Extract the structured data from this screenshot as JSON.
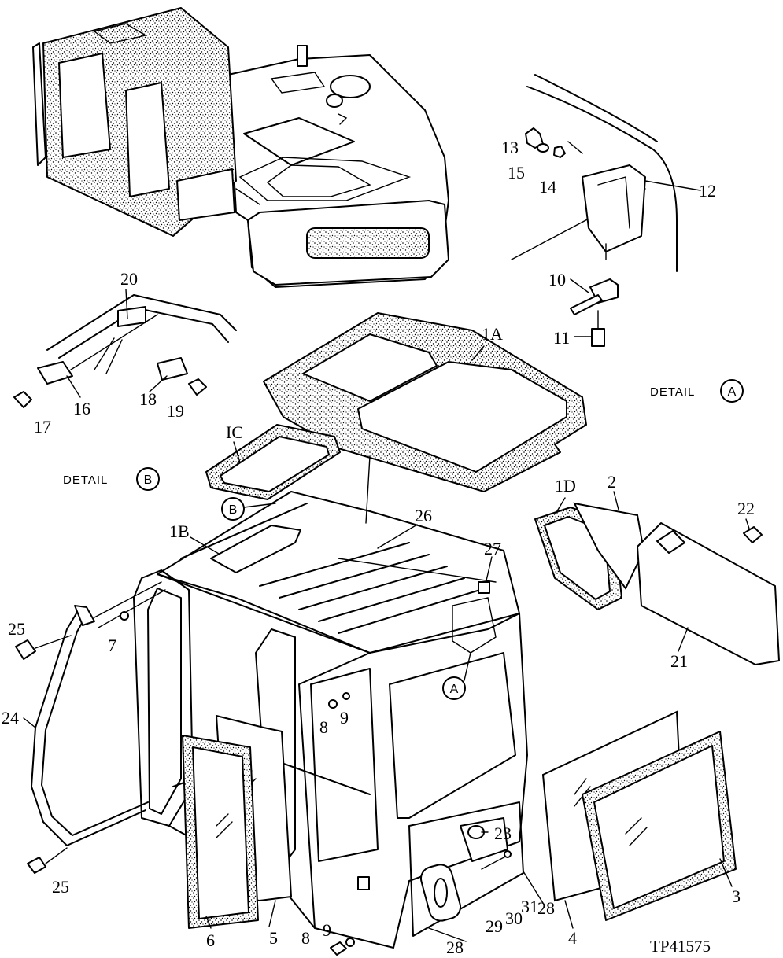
{
  "drawing_id": "TP41575",
  "details": {
    "a_label": "DETAIL",
    "a_letter": "A",
    "b_label": "DETAIL",
    "b_letter": "B"
  },
  "callouts": {
    "c1A": "1A",
    "c1B": "1B",
    "c1C": "IC",
    "c1D": "1D",
    "c2": "2",
    "c3": "3",
    "c4": "4",
    "c5": "5",
    "c6": "6",
    "c7": "7",
    "c8a": "8",
    "c8b": "8",
    "c9a": "9",
    "c9b": "9",
    "c10": "10",
    "c11": "11",
    "c12": "12",
    "c13": "13",
    "c14": "14",
    "c15": "15",
    "c16": "16",
    "c17": "17",
    "c18": "18",
    "c19": "19",
    "c20": "20",
    "c21": "21",
    "c22": "22",
    "c23": "23",
    "c24": "24",
    "c25a": "25",
    "c25b": "25",
    "c26": "26",
    "c27": "27",
    "c28a": "28",
    "c28b": "28",
    "c29": "29",
    "c30": "30",
    "c31": "31",
    "markA": "A",
    "markB": "B"
  }
}
